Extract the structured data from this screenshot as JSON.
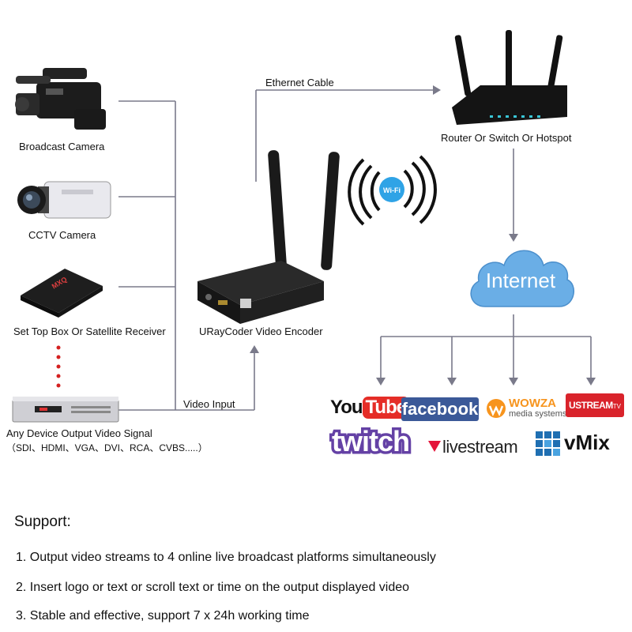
{
  "sources": [
    {
      "label": "Broadcast Camera"
    },
    {
      "label": "CCTV Camera"
    },
    {
      "label": "Set Top Box Or Satellite Receiver"
    },
    {
      "label": "Any Device Output Video Signal"
    }
  ],
  "source_sub": "（SDI、HDMI、VGA、DVI、RCA、CVBS.....）",
  "connections": {
    "ethernet": "Ethernet Cable",
    "video_input": "Video Input"
  },
  "encoder": {
    "label": "URayCoder Video Encoder"
  },
  "wifi": {
    "label": "Wi-Fi"
  },
  "router": {
    "label": "Router Or Switch Or Hotspot"
  },
  "internet": {
    "label": "Internet"
  },
  "platforms": {
    "youtube_you": "You",
    "youtube_tube": "Tube",
    "facebook": "facebook",
    "wowza": "WOWZA",
    "wowza_sub": "media systems",
    "ustream": "USTREAM",
    "ustream_tv": "TV",
    "twitch": "twitch",
    "livestream": "livestream",
    "vmix": "vMix"
  },
  "support": {
    "title": "Support:",
    "items": [
      "1. Output video streams to 4 online live broadcast platforms simultaneously",
      "2. Insert logo or text or scroll text or time on the output displayed video",
      "3. Stable and effective, support 7 x 24h working time"
    ]
  },
  "colors": {
    "line": "#7a7a8a",
    "cloud": "#6aaee6",
    "youtube_red": "#e52d27",
    "facebook_blue": "#3b5998",
    "wowza_orange": "#f7941d",
    "ustream_red": "#d9232b",
    "twitch_purple": "#6441a5",
    "livestream_red": "#e4153a",
    "vmix_blue": "#1f6fb2"
  }
}
